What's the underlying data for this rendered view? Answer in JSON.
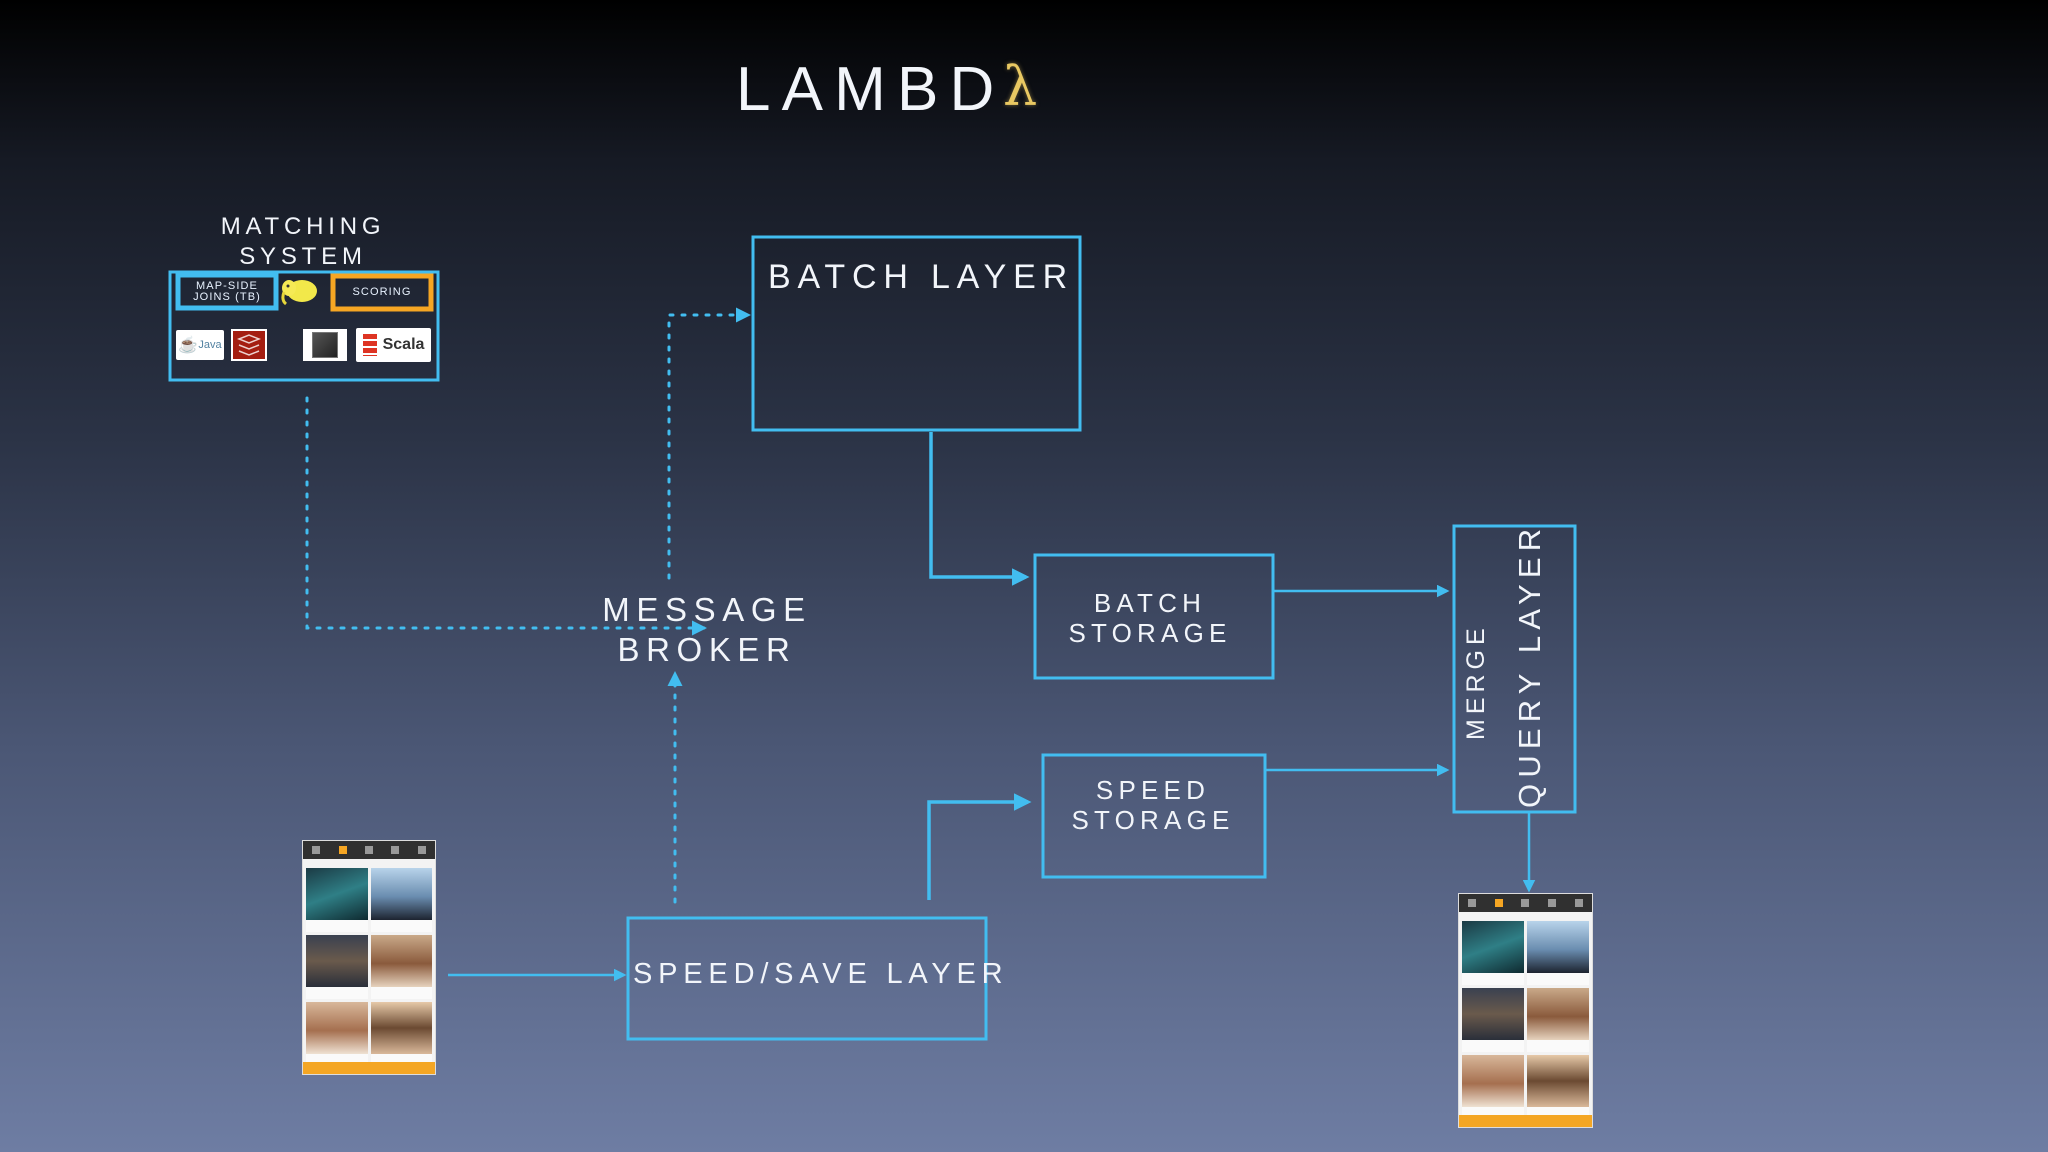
{
  "title": "LAMBD",
  "title_symbol": "λ",
  "matching_system": {
    "title": "MATCHING\nSYSTEM",
    "tag_joins": "MAP-SIDE JOINS (TB)",
    "tag_scoring": "SCORING",
    "logo_java": "Java",
    "logo_scala": "Scala"
  },
  "nodes": {
    "batch_layer": "BATCH LAYER",
    "message_broker": "MESSAGE\nBROKER",
    "batch_storage": "BATCH\nSTORAGE",
    "speed_storage": "SPEED\nSTORAGE",
    "merge": "MERGE",
    "query_layer": "QUERY LAYER",
    "speed_save_layer": "SPEED/SAVE LAYER"
  },
  "colors": {
    "accent_blue": "#42bdf0",
    "scoring_orange": "#f6a623",
    "lambda_gold": "#e9c862",
    "app_bar_orange": "#f4a624"
  }
}
